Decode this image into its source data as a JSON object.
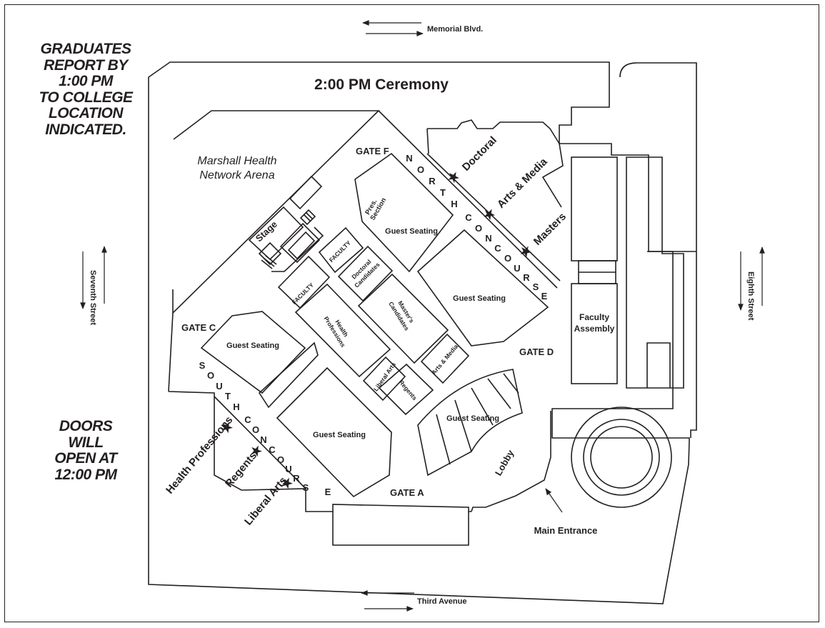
{
  "side_notes": {
    "graduates": [
      "GRADUATES",
      "REPORT BY",
      "1:00 PM",
      "TO COLLEGE",
      "LOCATION",
      "INDICATED."
    ],
    "doors": [
      "DOORS",
      "WILL",
      "OPEN AT",
      "12:00 PM"
    ]
  },
  "title": "2:00 PM Ceremony",
  "streets": {
    "north": "Memorial Blvd.",
    "south": "Third Avenue",
    "west": "Seventh Street",
    "east": "Eighth Street"
  },
  "arena": {
    "line1": "Marshall Health",
    "line2": "Network Arena"
  },
  "gates": {
    "f": "GATE F",
    "c": "GATE C",
    "d": "GATE D",
    "a": "GATE A"
  },
  "stage": "Stage",
  "pres_section": {
    "line1": "Pres.",
    "line2": "Section"
  },
  "sections": {
    "faculty_1": "FACULTY",
    "faculty_2": "FACULTY",
    "doctoral": {
      "line1": "Doctoral",
      "line2": "Candidates"
    },
    "health": {
      "line1": "Health",
      "line2": "Professions"
    },
    "masters": {
      "line1": "Master's",
      "line2": "Candidates"
    },
    "liberal_arts": "Liberal Arts",
    "regents": "Regents",
    "arts_media": "Arts & Media"
  },
  "guest_seating": "Guest Seating",
  "north_concourse": [
    "N",
    "O",
    "R",
    "T",
    "H",
    "C",
    "O",
    "N",
    "C",
    "O",
    "U",
    "R",
    "S",
    "E"
  ],
  "south_concourse": [
    "S",
    "O",
    "U",
    "T",
    "H",
    "C",
    "O",
    "N",
    "C",
    "O",
    "U",
    "R",
    "S",
    "E"
  ],
  "college_locations": {
    "doctoral": "Doctoral",
    "arts_media": "Arts & Media",
    "masters": "Masters",
    "health": "Health Professions",
    "regents": "Regents",
    "liberal_arts": "Liberal Arts"
  },
  "star_glyph": "★",
  "faculty_assembly": {
    "line1": "Faculty",
    "line2": "Assembly"
  },
  "lobby": "Lobby",
  "main_entrance": "Main Entrance",
  "colors": {
    "ink": "#231f20",
    "background": "#ffffff"
  }
}
